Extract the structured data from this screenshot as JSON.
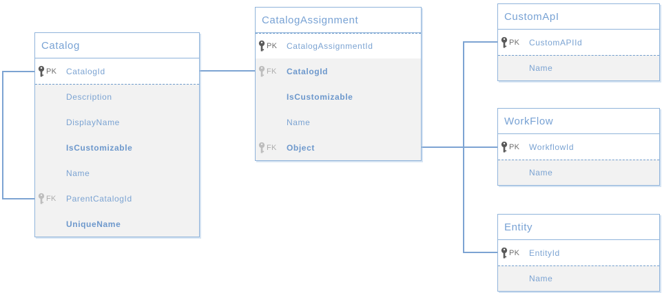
{
  "colors": {
    "table_border": "#8fb3da",
    "header_text": "#78a2d4",
    "field_text": "#7ba3d2",
    "bold_field_text": "#6d98cc",
    "pk_icon": "#595959",
    "fk_icon": "#bdbdbd",
    "body_row_bg": "#f2f2f2",
    "connector_line": "#7ca3d2"
  },
  "tables": [
    {
      "title": "Catalog",
      "rows": [
        {
          "key": "PK",
          "label": "CatalogId",
          "bold": false
        },
        {
          "key": "",
          "label": "Description",
          "bold": false
        },
        {
          "key": "",
          "label": "DisplayName",
          "bold": false
        },
        {
          "key": "",
          "label": "IsCustomizable",
          "bold": true
        },
        {
          "key": "",
          "label": "Name",
          "bold": false
        },
        {
          "key": "FK",
          "label": "ParentCatalogId",
          "bold": false
        },
        {
          "key": "",
          "label": "UniqueName",
          "bold": true
        }
      ]
    },
    {
      "title": "CatalogAssignment",
      "rows": [
        {
          "key": "PK",
          "label": "CatalogAssignmentId",
          "bold": false
        },
        {
          "key": "FK",
          "label": "CatalogId",
          "bold": true
        },
        {
          "key": "",
          "label": "IsCustomizable",
          "bold": true
        },
        {
          "key": "",
          "label": "Name",
          "bold": false
        },
        {
          "key": "FK",
          "label": "Object",
          "bold": true
        }
      ]
    },
    {
      "title": "CustomApI",
      "rows": [
        {
          "key": "PK",
          "label": "CustomAPIId",
          "bold": false
        },
        {
          "key": "",
          "label": "Name",
          "bold": false
        }
      ]
    },
    {
      "title": "WorkFlow",
      "rows": [
        {
          "key": "PK",
          "label": "WorkflowId",
          "bold": false
        },
        {
          "key": "",
          "label": "Name",
          "bold": false
        }
      ]
    },
    {
      "title": "Entity",
      "rows": [
        {
          "key": "PK",
          "label": "EntityId",
          "bold": false
        },
        {
          "key": "",
          "label": "Name",
          "bold": false
        }
      ]
    }
  ],
  "relationships": [
    {
      "from": "Catalog.ParentCatalogId",
      "to": "Catalog.CatalogId"
    },
    {
      "from": "CatalogAssignment.CatalogId",
      "to": "Catalog.CatalogId"
    },
    {
      "from": "CatalogAssignment.Object",
      "to": "CustomApI.CustomAPIId"
    },
    {
      "from": "CatalogAssignment.Object",
      "to": "WorkFlow.WorkflowId"
    },
    {
      "from": "CatalogAssignment.Object",
      "to": "Entity.EntityId"
    }
  ]
}
